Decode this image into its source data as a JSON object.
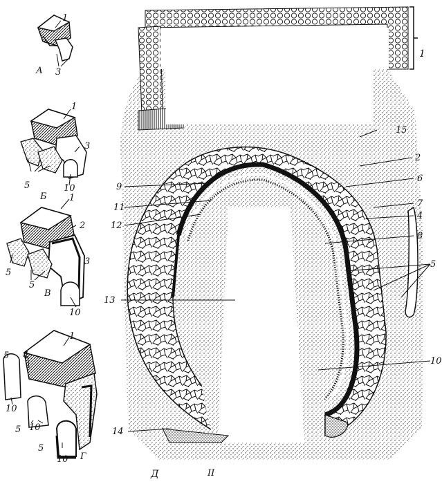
{
  "figure": {
    "panel_labels": {
      "a": "А",
      "b": "Б",
      "v": "В",
      "g": "Г",
      "d": "Д",
      "bottom_mark": "II"
    },
    "labels": {
      "n1": "1",
      "n2": "2",
      "n3": "3",
      "n4": "4",
      "n5": "5",
      "n6": "6",
      "n7": "7",
      "n8": "8",
      "n9": "9",
      "n10": "10",
      "n11": "11",
      "n12": "12",
      "n13": "13",
      "n14": "14",
      "n15": "15"
    }
  }
}
